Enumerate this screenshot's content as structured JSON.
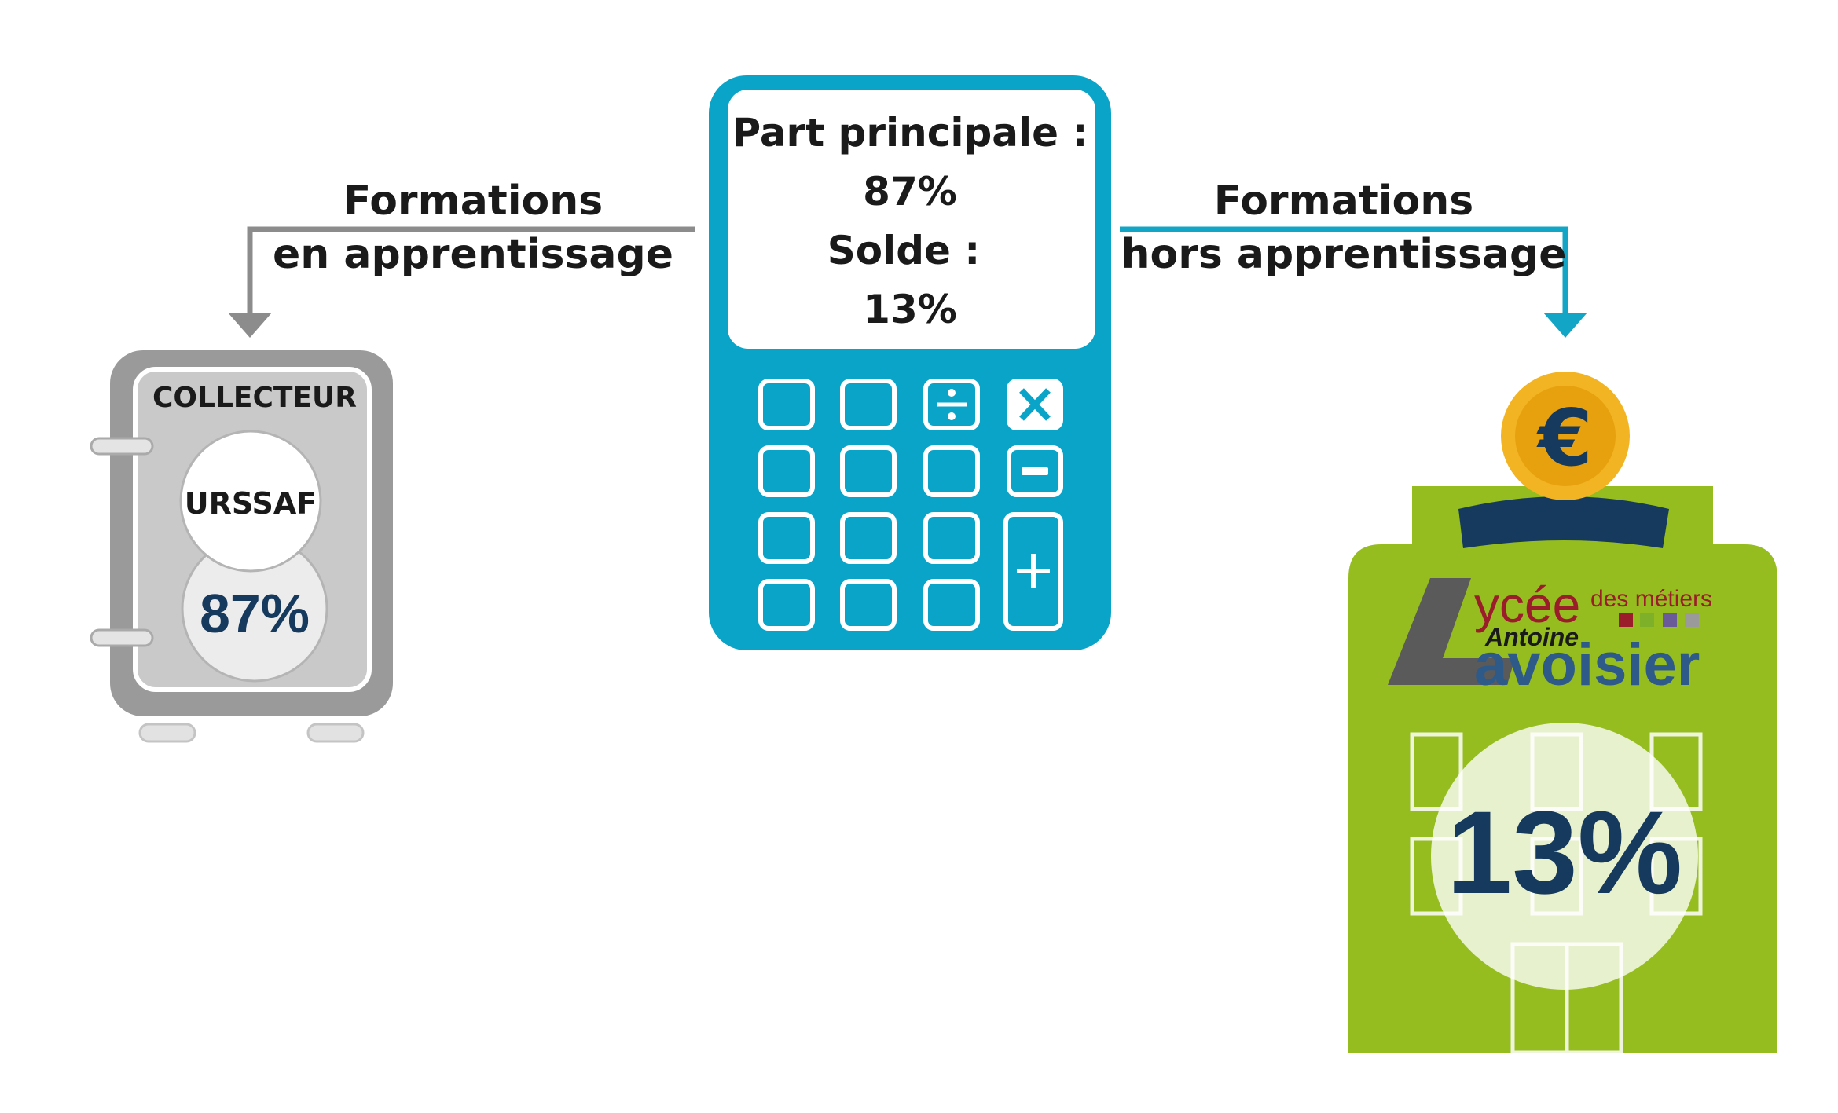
{
  "left_arrow": {
    "line1": "Formations",
    "line2": "en apprentissage"
  },
  "right_arrow": {
    "line1": "Formations",
    "line2": "hors apprentissage"
  },
  "calculator": {
    "line1": "Part principale :",
    "line2": "87%",
    "line3": "Solde :",
    "line4": "13%"
  },
  "safe": {
    "title": "COLLECTEUR",
    "name": "URSSAF",
    "percent": "87%"
  },
  "school": {
    "logo_lycee": "ycée",
    "logo_des_metiers": "des métiers",
    "logo_antoine": "Antoine",
    "logo_avoisier": "avoisier",
    "percent": "13%",
    "coin_symbol": "€"
  },
  "colors": {
    "calculator": "#0aa4c9",
    "safe": "#9a9a9a",
    "school": "#95bd1f",
    "coin": "#f2b422",
    "navy": "#16395e",
    "left_arrow": "#8c8c8c",
    "right_arrow": "#13a5c6"
  }
}
